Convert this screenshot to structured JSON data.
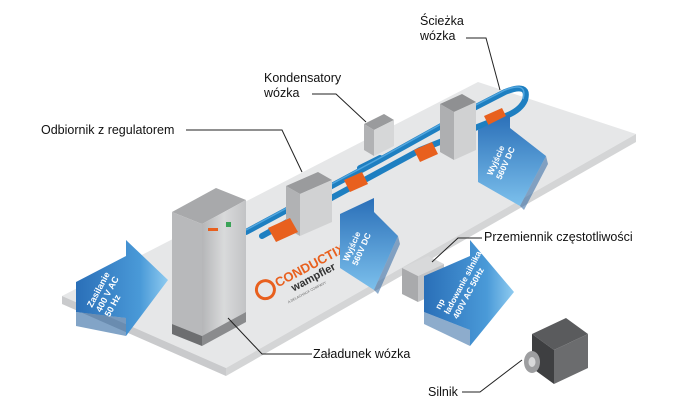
{
  "callouts": {
    "track": {
      "line1": "Ścieżka",
      "line2": "wózka"
    },
    "capacitors": {
      "line1": "Kondensatory",
      "line2": "wózka"
    },
    "receiver": "Odbiornik z regulatorem",
    "inverter": "Przemiennik częstotliwości",
    "loading": "Załadunek wózka",
    "motor": "Silnik"
  },
  "arrows": {
    "supply": {
      "line1": "Zasilanie",
      "line2": "400 V AC",
      "line3": "50 Hz"
    },
    "output_center": {
      "line1": "Wyjście",
      "line2": "560V DC"
    },
    "output_right": {
      "line1": "Wyjście",
      "line2": "560V DC"
    },
    "motor_feed": {
      "line1": "np",
      "line2": "ładowanie silnika",
      "line3": "400V AC 50Hz"
    }
  },
  "logo": {
    "brand": "CONDUCTIX",
    "sub": "wampfler",
    "tagline": "A DELACHAUX COMPANY"
  },
  "colors": {
    "floor": "#e6e7e8",
    "floor_edge": "#c9cacc",
    "arrow_blue": "#2d76c0",
    "arrow_light": "#6fb7e8",
    "track_blue": "#1e7fc1",
    "cabinet": "#c8c9cb",
    "orange": "#e8601e"
  }
}
